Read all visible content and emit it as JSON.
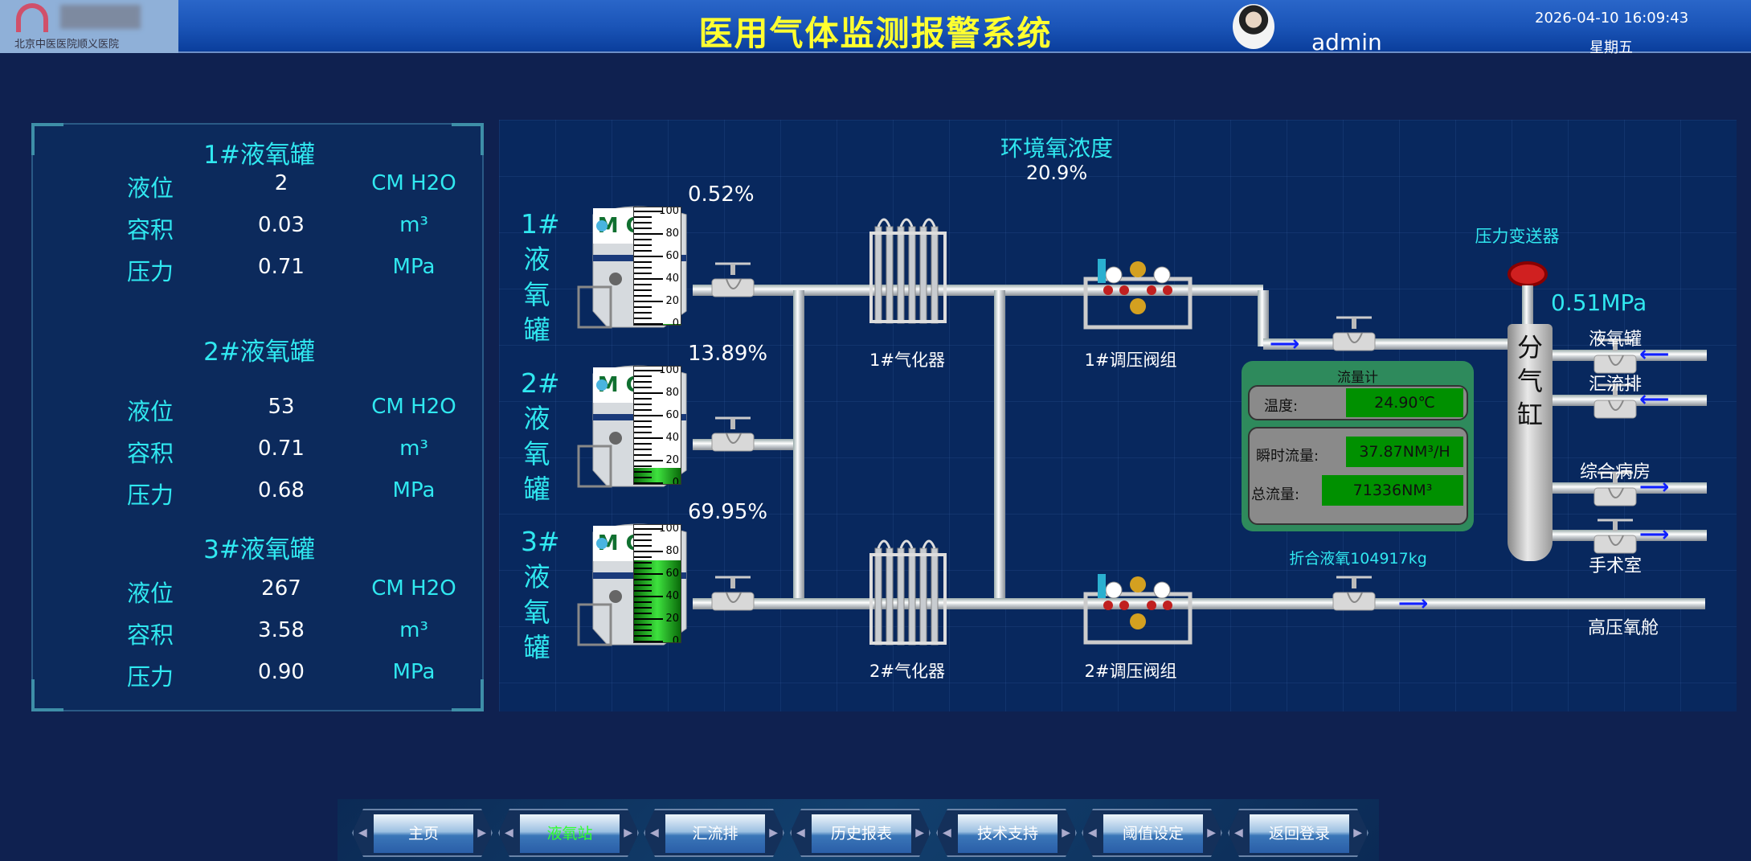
{
  "header": {
    "hospital": "北京中医医院顺义医院",
    "title": "医用气体监测报警系统",
    "user": "admin",
    "datetime": "2026-04-10 16:09:43",
    "weekday": "星期五"
  },
  "tanks": [
    {
      "name": "1#液氧罐",
      "short": [
        "1#",
        "液",
        "氧",
        "罐"
      ],
      "level": "2",
      "volume": "0.03",
      "pressure": "0.71",
      "percent": "0.52%",
      "fill": 0.52
    },
    {
      "name": "2#液氧罐",
      "short": [
        "2#",
        "液",
        "氧",
        "罐"
      ],
      "level": "53",
      "volume": "0.71",
      "pressure": "0.68",
      "percent": "13.89%",
      "fill": 13.89
    },
    {
      "name": "3#液氧罐",
      "short": [
        "3#",
        "液",
        "氧",
        "罐"
      ],
      "level": "267",
      "volume": "3.58",
      "pressure": "0.90",
      "percent": "69.95%",
      "fill": 69.95
    }
  ],
  "labels": {
    "level": "液位",
    "volume": "容积",
    "pressure": "压力",
    "unit_level": "CM H2O",
    "unit_volume": "m³",
    "unit_pressure": "MPa",
    "tank_brand": "M G"
  },
  "gauge_ticks": [
    "100",
    "80",
    "60",
    "40",
    "20",
    "0"
  ],
  "ambient": {
    "label": "环境氧浓度",
    "value": "20.9%"
  },
  "equipment": {
    "vaporizer1": "1#气化器",
    "vaporizer2": "2#气化器",
    "regulator1": "1#调压阀组",
    "regulator2": "2#调压阀组",
    "transmitter": "压力变送器",
    "manifold_pressure": "0.51MPa",
    "manifold": [
      "分",
      "气",
      "缸"
    ]
  },
  "flowmeter": {
    "title": "流量计",
    "temp_label": "温度:",
    "temp": "24.90℃",
    "inst_label": "瞬时流量:",
    "inst": "37.87NM³/H",
    "total_label": "总流量:",
    "total": "71336NM³",
    "converted": "折合液氧104917kg"
  },
  "branches": [
    "液氧罐",
    "汇流排",
    "综合病房",
    "手术室",
    "高压氧舱"
  ],
  "nav": [
    "主页",
    "液氧站",
    "汇流排",
    "历史报表",
    "技术支持",
    "阈值设定",
    "返回登录"
  ],
  "nav_active": 1
}
